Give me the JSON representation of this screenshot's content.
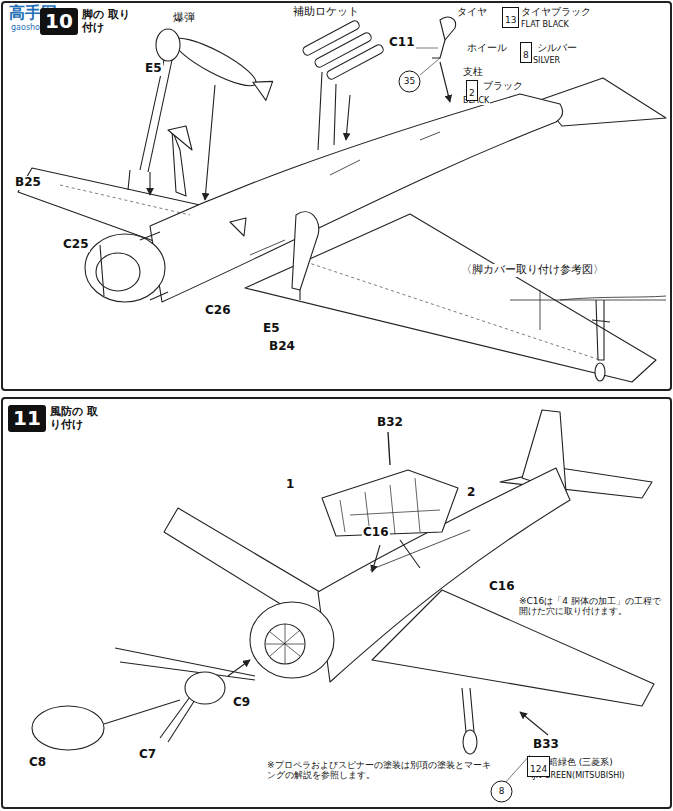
{
  "diagram": {
    "nodes": [
      {
        "text": [
          "10",
          "脚の 取り付け"
        ]
      },
      {
        "text": [
          "13"
        ]
      },
      {
        "text": [
          "8"
        ]
      },
      {
        "text": [
          "2"
        ]
      },
      {
        "text": [
          "35"
        ]
      },
      {
        "text": [
          "11",
          "風防の 取り付け"
        ]
      },
      {
        "text": [
          "124"
        ]
      },
      {
        "text": [
          "8"
        ]
      }
    ],
    "labels": [
      "高手网",
      "gaoshou.com",
      "爆弾",
      "補助ロケット",
      "C11",
      "タイヤ",
      "タイヤブラック",
      "FLAT BLACK",
      "ホイール",
      "シルバー",
      "SILVER",
      "支柱",
      "ブラック",
      "BLACK",
      "E5",
      "B25",
      "C25",
      "C26",
      "E5",
      "B24",
      "〈脚カバー取り付け参考図〉",
      "B32",
      "1",
      "2",
      "C16",
      "C16",
      "※C16は「4 胴体の加工」の工程で開けた穴に取り付けます。",
      "C8",
      "C9",
      "C7",
      "B33",
      "暗緑色 (三菱系)",
      "IJN GREEN(MITSUBISHI)",
      "※プロペラおよびスピナーの塗装は別項の塗装とマーキングの解説を参照します。"
    ]
  }
}
